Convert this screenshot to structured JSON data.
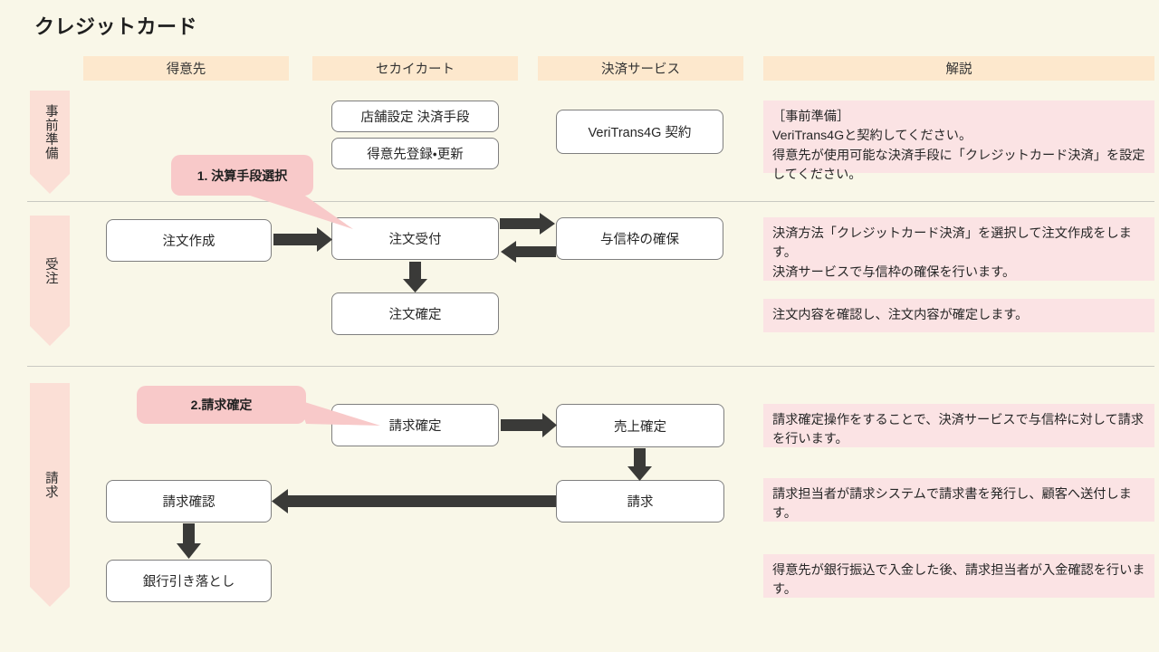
{
  "page": {
    "title": "クレジットカード",
    "background_color": "#f9f7e8",
    "header_band_color": "#fde8cd",
    "phase_band_color": "#fbdfd6",
    "explanation_box_color": "#fbe3e4",
    "callout_color": "#f8c9c9",
    "arrow_color": "#3a3a38",
    "box_border_color": "#7f7f7f"
  },
  "columns": [
    {
      "label": "得意先"
    },
    {
      "label": "セカイカート"
    },
    {
      "label": "決済サービス"
    },
    {
      "label": "解説"
    }
  ],
  "phases": [
    {
      "label": "事前準備"
    },
    {
      "label": "受注"
    },
    {
      "label": "請求"
    }
  ],
  "boxes": [
    {
      "label": "店舗設定 決済手段"
    },
    {
      "label": "得意先登録・更新"
    },
    {
      "label": "VeriTrans4G 契約"
    },
    {
      "label": "注文作成"
    },
    {
      "label": "注文受付"
    },
    {
      "label": "与信枠の確保"
    },
    {
      "label": "注文確定"
    },
    {
      "label": "請求確定"
    },
    {
      "label": "売上確定"
    },
    {
      "label": "請求確認"
    },
    {
      "label": "請求"
    },
    {
      "label": "銀行引き落とし"
    }
  ],
  "callouts": [
    {
      "label": "1. 決算手段選択"
    },
    {
      "label": "2.請求確定"
    }
  ],
  "explanations": [
    {
      "text": "［事前準備］\nVeriTrans4Gと契約してください。\n得意先が使用可能な決済手段に「クレジットカード決済」を設定してください。"
    },
    {
      "text": "決済方法「クレジットカード決済」を選択して注文作成をします。\n決済サービスで与信枠の確保を行います。"
    },
    {
      "text": "注文内容を確認し、注文内容が確定します。"
    },
    {
      "text": "請求確定操作をすることで、決済サービスで与信枠に対して請求を行います。"
    },
    {
      "text": "請求担当者が請求システムで請求書を発行し、顧客へ送付します。"
    },
    {
      "text": "得意先が銀行振込で入金した後、請求担当者が入金確認を行います。"
    }
  ]
}
